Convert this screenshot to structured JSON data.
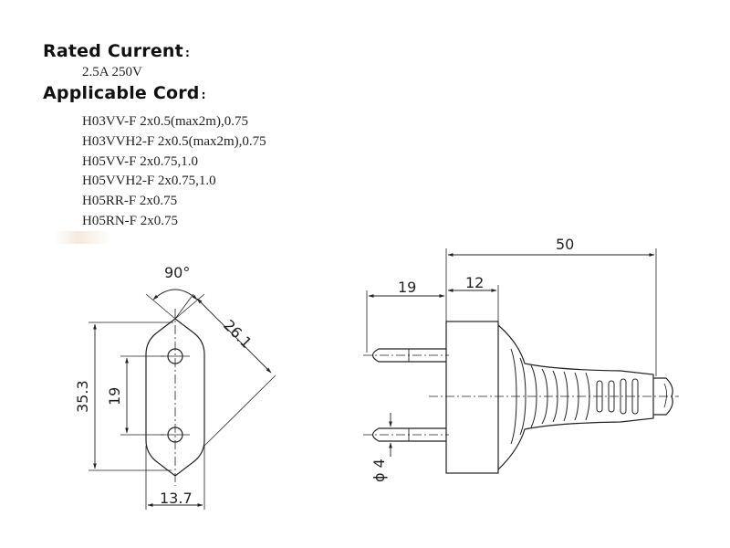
{
  "rated_current": {
    "label": "Rated Current",
    "colon": ":",
    "value": "2.5A  250V"
  },
  "applicable_cord": {
    "label": "Applicable Cord",
    "colon": ":",
    "items": [
      "H03VV-F 2x0.5(max2m),0.75",
      "H03VVH2-F 2x0.5(max2m),0.75",
      "H05VV-F 2x0.75,1.0",
      "H05VVH2-F 2x0.75,1.0",
      "H05RR-F 2x0.75",
      "H05RN-F 2x0.75"
    ]
  },
  "front_view": {
    "angle": "90°",
    "diagonal": "26.1",
    "height": "35.3",
    "pin_spacing": "19",
    "width": "13.7"
  },
  "side_view": {
    "total_length": "50",
    "pin_length": "19",
    "body_length": "12",
    "pin_diameter": "ϕ 4"
  }
}
